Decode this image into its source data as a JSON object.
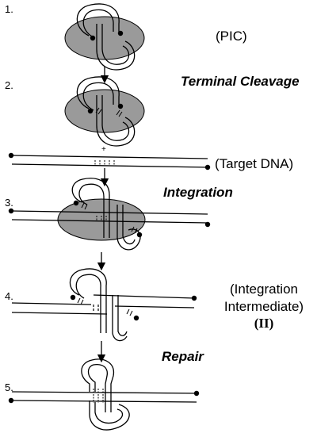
{
  "steps": {
    "n1": "1.",
    "n2": "2.",
    "n3": "3.",
    "n4": "4.",
    "n5": "5."
  },
  "labels": {
    "pic": "(PIC)",
    "terminal_cleavage": "Terminal Cleavage",
    "target_dna": "(Target DNA)",
    "integration": "Integration",
    "ii_line1": "(Integration",
    "ii_line2": "Intermediate)",
    "ii_line3": "(II)",
    "repair": "Repair"
  },
  "marks": {
    "plus": "+"
  },
  "colors": {
    "protein_fill": "#9a9a9a",
    "line": "#000000"
  }
}
